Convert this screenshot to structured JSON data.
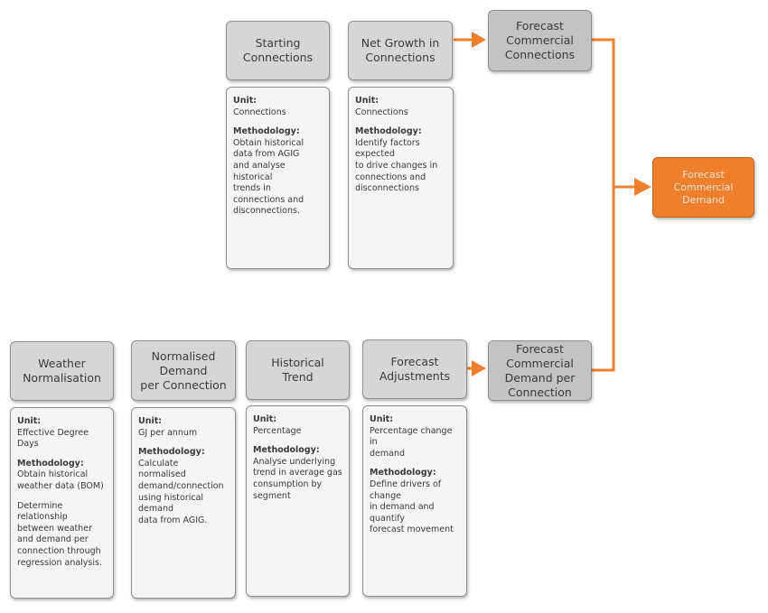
{
  "colors": {
    "accent": "#ee7f2d",
    "box": "#d6d6d6",
    "card": "#f5f5f5"
  },
  "nodes": {
    "starting_connections": "Starting\nConnections",
    "net_growth": "Net Growth in\nConnections",
    "forecast_commercial_connections": "Forecast\nCommercial\nConnections",
    "forecast_commercial_demand": "Forecast\nCommercial\nDemand",
    "weather_normalisation": "Weather\nNormalisation",
    "normalised_demand": "Normalised\nDemand\nper Connection",
    "historical_trend": "Historical\nTrend",
    "forecast_adjustments": "Forecast\nAdjustments",
    "forecast_demand_per_connection": "Forecast\nCommercial\nDemand per\nConnection"
  },
  "labels": {
    "unit": "Unit:",
    "methodology": "Methodology:"
  },
  "cards": {
    "starting_connections": {
      "unit": "Connections",
      "methodology": "Obtain historical\ndata from AGIG\nand analyse\nhistorical\ntrends in\nconnections and\ndisconnections."
    },
    "net_growth": {
      "unit": "Connections",
      "methodology": "Identify factors expected\nto drive changes in\nconnections and\ndisconnections"
    },
    "weather_normalisation": {
      "unit": "Effective Degree\nDays",
      "methodology": "Obtain historical\nweather data (BOM)",
      "extra": "Determine\nrelationship\nbetween weather\nand demand per\nconnection through\nregression analysis."
    },
    "normalised_demand": {
      "unit": "GJ per annum",
      "methodology": "Calculate normalised\ndemand/connection\nusing historical demand\ndata from AGIG."
    },
    "historical_trend": {
      "unit": "Percentage",
      "methodology": "Analyse underlying\ntrend in average gas\nconsumption by\nsegment"
    },
    "forecast_adjustments": {
      "unit": "Percentage change in\ndemand",
      "methodology": "Define drivers of change\nin demand and quantify\nforecast movement"
    }
  }
}
